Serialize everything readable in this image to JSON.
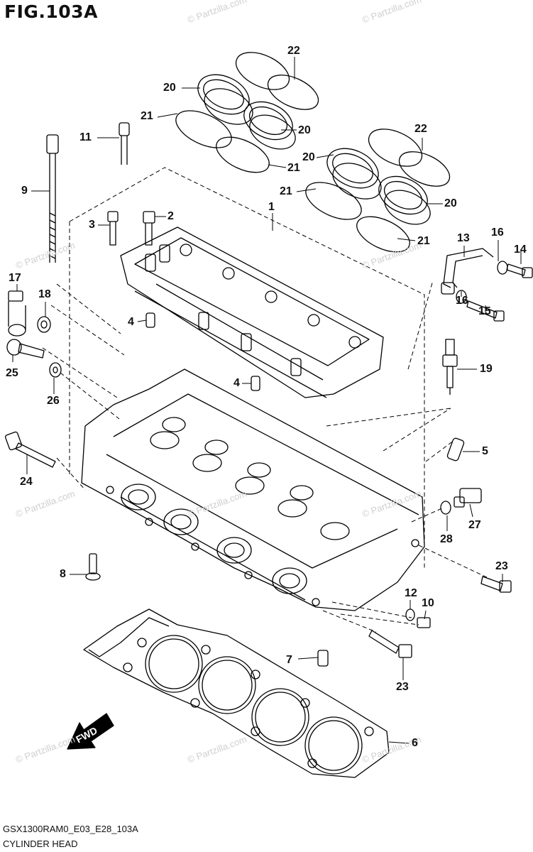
{
  "figure_title": "FIG.103A",
  "model_code": "GSX1300RAM0_E03_E28_103A",
  "caption": "CYLINDER HEAD",
  "watermark": "© Partzilla.com",
  "fwd_label": "FWD",
  "callouts": [
    "22",
    "20",
    "21",
    "20",
    "21",
    "11",
    "22",
    "20",
    "21",
    "20",
    "21",
    "9",
    "1",
    "3",
    "2",
    "13",
    "16",
    "14",
    "17",
    "18",
    "16",
    "15",
    "4",
    "19",
    "25",
    "4",
    "26",
    "5",
    "24",
    "27",
    "28",
    "8",
    "23",
    "12",
    "10",
    "7",
    "23",
    "6"
  ]
}
